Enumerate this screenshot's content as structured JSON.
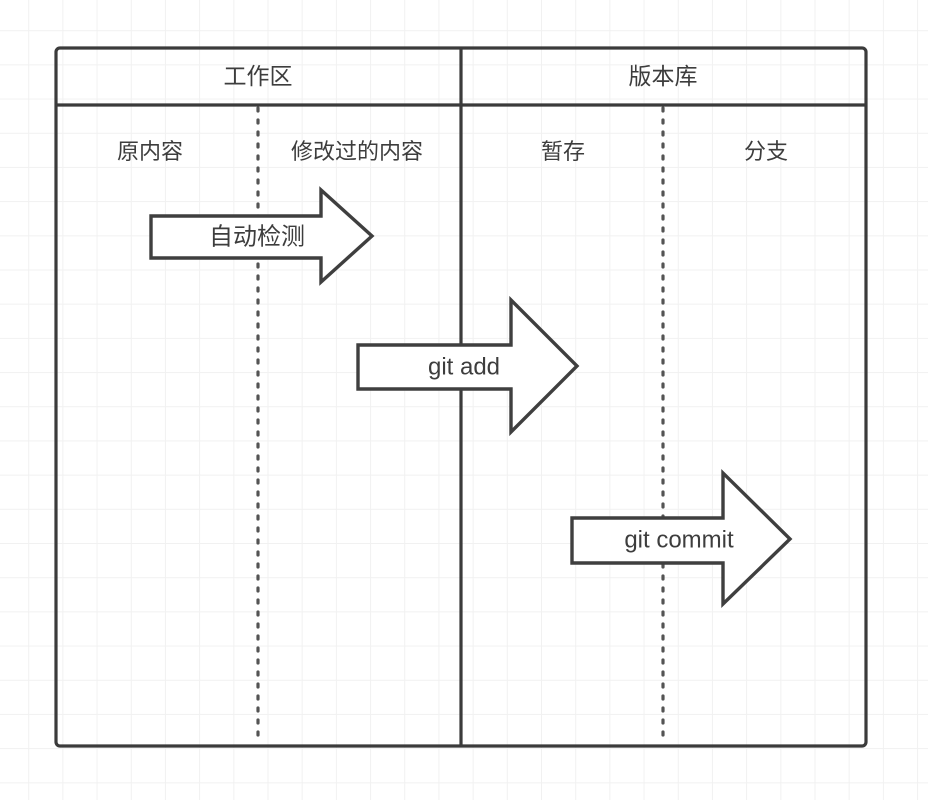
{
  "diagram": {
    "title_semantic": "git-workflow-diagram",
    "sections": [
      {
        "id": "workspace",
        "label": "工作区"
      },
      {
        "id": "repository",
        "label": "版本库"
      }
    ],
    "columns": [
      {
        "id": "original-content",
        "label": "原内容"
      },
      {
        "id": "modified-content",
        "label": "修改过的内容"
      },
      {
        "id": "staging",
        "label": "暂存"
      },
      {
        "id": "branch",
        "label": "分支"
      }
    ],
    "arrows": [
      {
        "id": "auto-detect",
        "label": "自动检测"
      },
      {
        "id": "git-add",
        "label": "git add"
      },
      {
        "id": "git-commit",
        "label": "git commit"
      }
    ],
    "colors": {
      "stroke": "#3b3b3b",
      "arrow_stroke": "#3f3f3f",
      "text": "#3d3d3d",
      "fill": "#ffffff",
      "grid": "#f1f1f1",
      "dotted": "#545454"
    }
  }
}
